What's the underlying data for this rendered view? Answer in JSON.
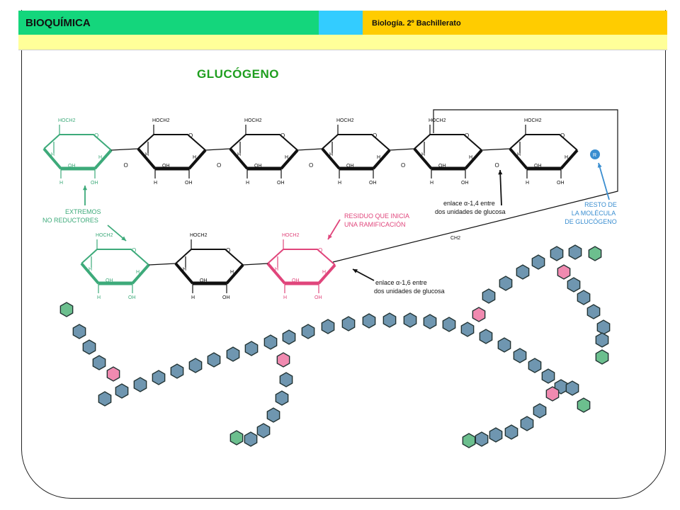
{
  "header": {
    "section_title": "BIOQUÍMICA",
    "course_label": "Biología. 2º Bachillerato",
    "colors": {
      "green": "#14d67c",
      "cyan": "#33ccff",
      "orange": "#ffcc00",
      "band": "#ffff99"
    }
  },
  "diagram": {
    "title": "GLUCÓGENO",
    "labels": {
      "non_reducing_ends": [
        "EXTREMOS",
        "NO REDUCTORES"
      ],
      "branch_residue": [
        "RESIDUO QUE INICIA",
        "UNA RAMIFICACIÓN"
      ],
      "alpha14_link": [
        "enlace α-1,4 entre",
        "dos unidades de glucosa"
      ],
      "alpha16_link": [
        "enlace α-1,6 entre",
        "dos unidades de glucosa"
      ],
      "rest_molecule": [
        "RESTO DE",
        "LA MOLÉCULA",
        "DE GLUCÓGENO"
      ],
      "ch2": "CH2",
      "hoch2": "HOCH2",
      "oh": "OH",
      "h": "H",
      "o": "O",
      "r": "R"
    },
    "colors": {
      "terminal_unit": "#3daa7a",
      "branch_unit": "#e0457b",
      "chain_unit": "#5a8aa8",
      "rest_label": "#3a8ed0",
      "chain_hex_fill": "#6f96b0",
      "branch_hex_fill": "#f08ab0",
      "end_hex_fill": "#6cbf8e"
    }
  }
}
